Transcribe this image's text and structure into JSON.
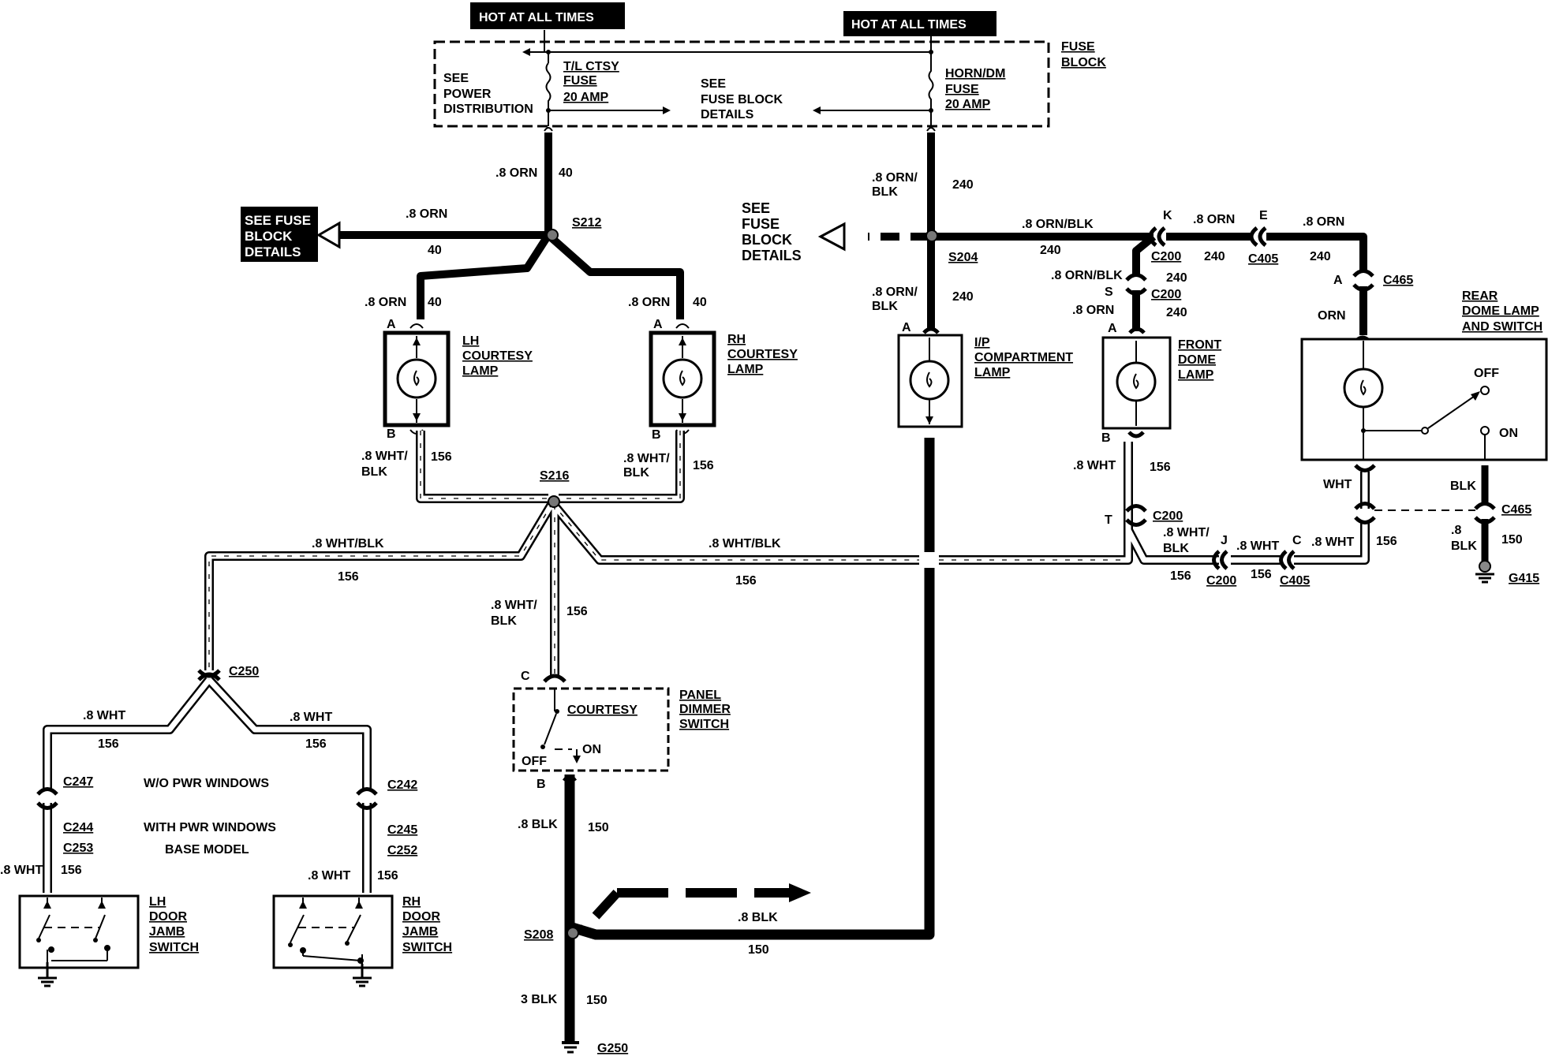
{
  "header": {
    "hot1": "HOT AT ALL TIMES",
    "hot2": "HOT AT ALL TIMES",
    "fuse_block_1": "FUSE",
    "fuse_block_2": "BLOCK"
  },
  "fuse_box": {
    "see_power_1": "SEE",
    "see_power_2": "POWER",
    "see_power_3": "DISTRIBUTION",
    "tl_fuse_1": "T/L CTSY",
    "tl_fuse_2": "FUSE",
    "tl_fuse_3": "20 AMP",
    "see_fb_1": "SEE",
    "see_fb_2": "FUSE BLOCK",
    "see_fb_3": "DETAILS",
    "horn_fuse_1": "HORN/DM",
    "horn_fuse_2": "FUSE",
    "horn_fuse_3": "20 AMP"
  },
  "left": {
    "orn_40_a": ".8 ORN",
    "c40_a": "40",
    "see_fuse_1": "SEE FUSE",
    "see_fuse_2": "BLOCK",
    "see_fuse_3": "DETAILS",
    "orn_40_b": ".8 ORN",
    "c40_b": "40",
    "s212": "S212",
    "lh_orn": ".8 ORN",
    "lh_40": "40",
    "rh_orn": ".8 ORN",
    "rh_40": "40",
    "lh_a": "A",
    "rh_a": "A",
    "lh_lamp_1": "LH",
    "lh_lamp_2": "COURTESY",
    "lh_lamp_3": "LAMP",
    "rh_lamp_1": "RH",
    "rh_lamp_2": "COURTESY",
    "rh_lamp_3": "LAMP",
    "lh_b": "B",
    "rh_b": "B",
    "lh_wb_1": ".8 WHT/",
    "lh_wb_2": "BLK",
    "lh_156": "156",
    "rh_wb_1": ".8 WHT/",
    "rh_wb_2": "BLK",
    "rh_156": "156",
    "s216": "S216",
    "wb_left": ".8 WHT/BLK",
    "c156_left": "156",
    "wb_right": ".8 WHT/BLK",
    "c156_right": "156",
    "wb_down_1": ".8 WHT/",
    "wb_down_2": "BLK",
    "c156_down": "156",
    "c250": "C250",
    "lw_wht": ".8 WHT",
    "lw_156": "156",
    "rw_wht": ".8 WHT",
    "rw_156": "156",
    "c247": "C247",
    "c242": "C242",
    "wo_pwr": "W/O PWR WINDOWS",
    "with_pwr": "WITH PWR WINDOWS",
    "base_model": "BASE MODEL",
    "c244": "C244",
    "c253": "C253",
    "c245": "C245",
    "c252": "C252",
    "lj_wht": ".8 WHT",
    "lj_156": "156",
    "rj_wht": ".8 WHT",
    "rj_156": "156",
    "lh_jamb_1": "LH",
    "lh_jamb_2": "DOOR",
    "lh_jamb_3": "JAMB",
    "lh_jamb_4": "SWITCH",
    "rh_jamb_1": "RH",
    "rh_jamb_2": "DOOR",
    "rh_jamb_3": "JAMB",
    "rh_jamb_4": "SWITCH"
  },
  "center": {
    "pc": "C",
    "courtesy": "COURTESY",
    "panel_1": "PANEL",
    "panel_2": "DIMMER",
    "panel_3": "SWITCH",
    "on": "ON",
    "off": "OFF",
    "pb": "B",
    "blk_150_a": ".8 BLK",
    "c150_a": "150",
    "s208": "S208",
    "blk_150_b": ".8 BLK",
    "c150_b": "150",
    "blk3": "3 BLK",
    "c150_c": "150",
    "g250": "G250"
  },
  "right": {
    "ob_1": ".8 ORN/",
    "ob_2": "BLK",
    "c240_a": "240",
    "see_1": "SEE",
    "see_2": "FUSE",
    "see_3": "BLOCK",
    "see_4": "DETAILS",
    "s204": "S204",
    "ob_h": ".8 ORN/BLK",
    "c240_h": "240",
    "ob2_1": ".8 ORN/",
    "ob2_2": "BLK",
    "c240_b": "240",
    "ip_a": "A",
    "ip_1": "I/P",
    "ip_2": "COMPARTMENT",
    "ip_3": "LAMP",
    "k": "K",
    "orn_k": ".8 ORN",
    "e": "E",
    "orn_e": ".8 ORN",
    "c200_k": "C200",
    "c240_k": "240",
    "c240_ke": "240",
    "c405_e": "C405",
    "c240_e": "240",
    "ob_s": ".8 ORN/BLK",
    "c240_s1": "240",
    "s": "S",
    "c200_s": "C200",
    "orn_s": ".8 ORN",
    "c240_s2": "240",
    "fd_a": "A",
    "fd_1": "FRONT",
    "fd_2": "DOME",
    "fd_3": "LAMP",
    "fd_b": "B",
    "fd_wht": ".8 WHT",
    "fd_156": "156",
    "rd_a": "A",
    "c465_a": "C465",
    "rd_orn": "ORN",
    "rd_1": "REAR",
    "rd_2": "DOME LAMP",
    "rd_3": "AND SWITCH",
    "rd_off": "OFF",
    "rd_on": "ON",
    "rd_wht": "WHT",
    "rd_blk": "BLK",
    "c465_b": "C465",
    "blk8_1": ".8",
    "blk8_2": "BLK",
    "c150": "150",
    "g415": "G415",
    "t": "T",
    "c200_t": "C200",
    "tb_1": ".8 WHT/",
    "tb_2": "BLK",
    "j": "J",
    "tj_wht": ".8 WHT",
    "cc": "C",
    "cc_wht": ".8 WHT",
    "cc_156": "156",
    "t_156": "156",
    "c200_j": "C200",
    "j_156": "156",
    "c405_c": "C405"
  }
}
